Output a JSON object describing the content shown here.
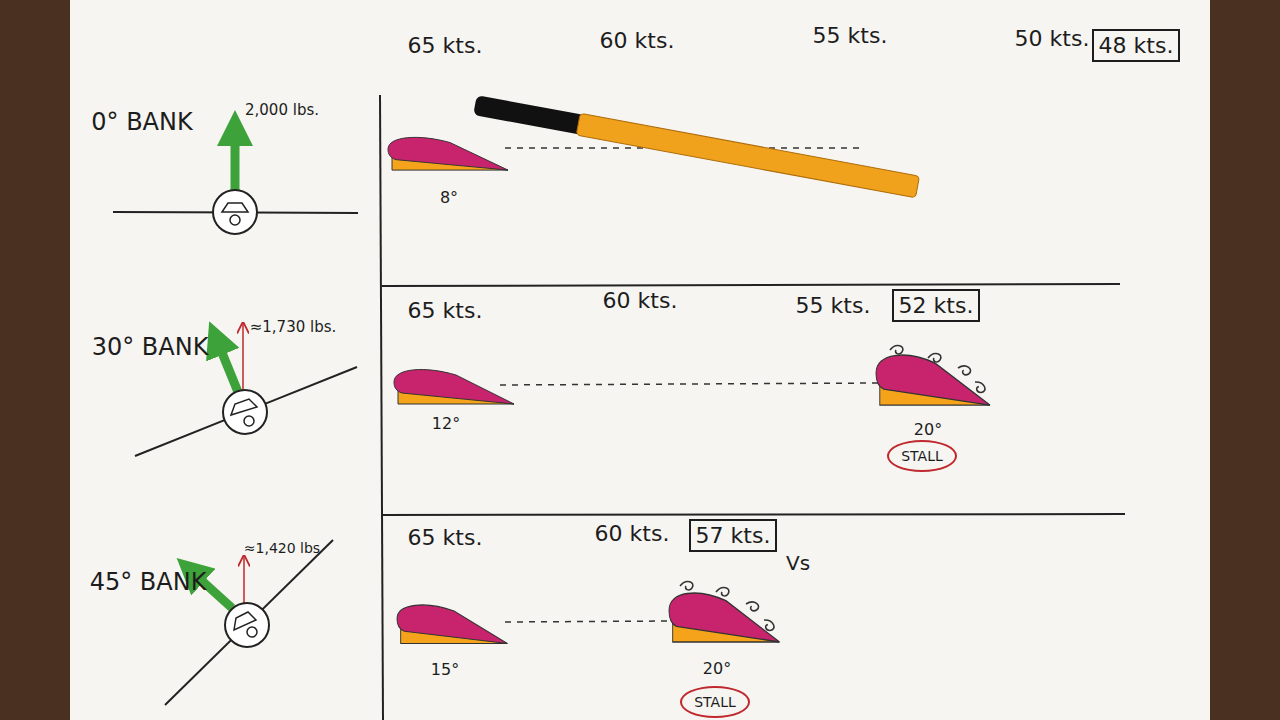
{
  "diagram": {
    "nodes": [
      {
        "text": [
          "48 kts."
        ]
      },
      {
        "text": [
          "52 kts."
        ]
      },
      {
        "text": [
          "STALL"
        ]
      },
      {
        "text": [
          "57 kts."
        ]
      },
      {
        "text": [
          "STALL"
        ]
      }
    ],
    "labels": [
      "0° BANK",
      "2,000 lbs.",
      "65 kts.",
      "60 kts.",
      "55 kts.",
      "50 kts.",
      "8°",
      "30° BANK",
      "≈1,730 lbs.",
      "65 kts.",
      "60 kts.",
      "55 kts.",
      "12°",
      "20°",
      "45° BANK",
      "≈1,420 lbs",
      "65 kts.",
      "60 kts.",
      "Vs",
      "15°",
      "20°"
    ]
  }
}
